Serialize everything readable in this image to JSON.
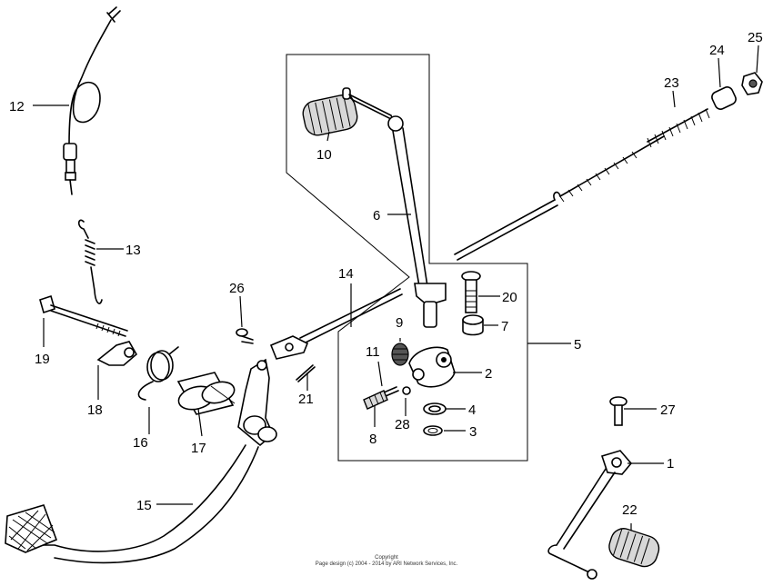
{
  "parts": [
    {
      "id": "p1",
      "number": "1"
    },
    {
      "id": "p2",
      "number": "2"
    },
    {
      "id": "p3",
      "number": "3"
    },
    {
      "id": "p4",
      "number": "4"
    },
    {
      "id": "p5",
      "number": "5"
    },
    {
      "id": "p6",
      "number": "6"
    },
    {
      "id": "p7",
      "number": "7"
    },
    {
      "id": "p8",
      "number": "8"
    },
    {
      "id": "p9",
      "number": "9"
    },
    {
      "id": "p10",
      "number": "10"
    },
    {
      "id": "p11",
      "number": "11"
    },
    {
      "id": "p12",
      "number": "12"
    },
    {
      "id": "p13",
      "number": "13"
    },
    {
      "id": "p14",
      "number": "14"
    },
    {
      "id": "p15",
      "number": "15"
    },
    {
      "id": "p16",
      "number": "16"
    },
    {
      "id": "p17",
      "number": "17"
    },
    {
      "id": "p18",
      "number": "18"
    },
    {
      "id": "p19",
      "number": "19"
    },
    {
      "id": "p20",
      "number": "20"
    },
    {
      "id": "p21",
      "number": "21"
    },
    {
      "id": "p22",
      "number": "22"
    },
    {
      "id": "p23",
      "number": "23"
    },
    {
      "id": "p24",
      "number": "24"
    },
    {
      "id": "p25",
      "number": "25"
    },
    {
      "id": "p26",
      "number": "26"
    },
    {
      "id": "p27",
      "number": "27"
    },
    {
      "id": "p28",
      "number": "28"
    }
  ],
  "copyright": {
    "line1": "Copyright",
    "line2": "Page design (c) 2004 - 2014 by ARI Network Services, Inc."
  }
}
